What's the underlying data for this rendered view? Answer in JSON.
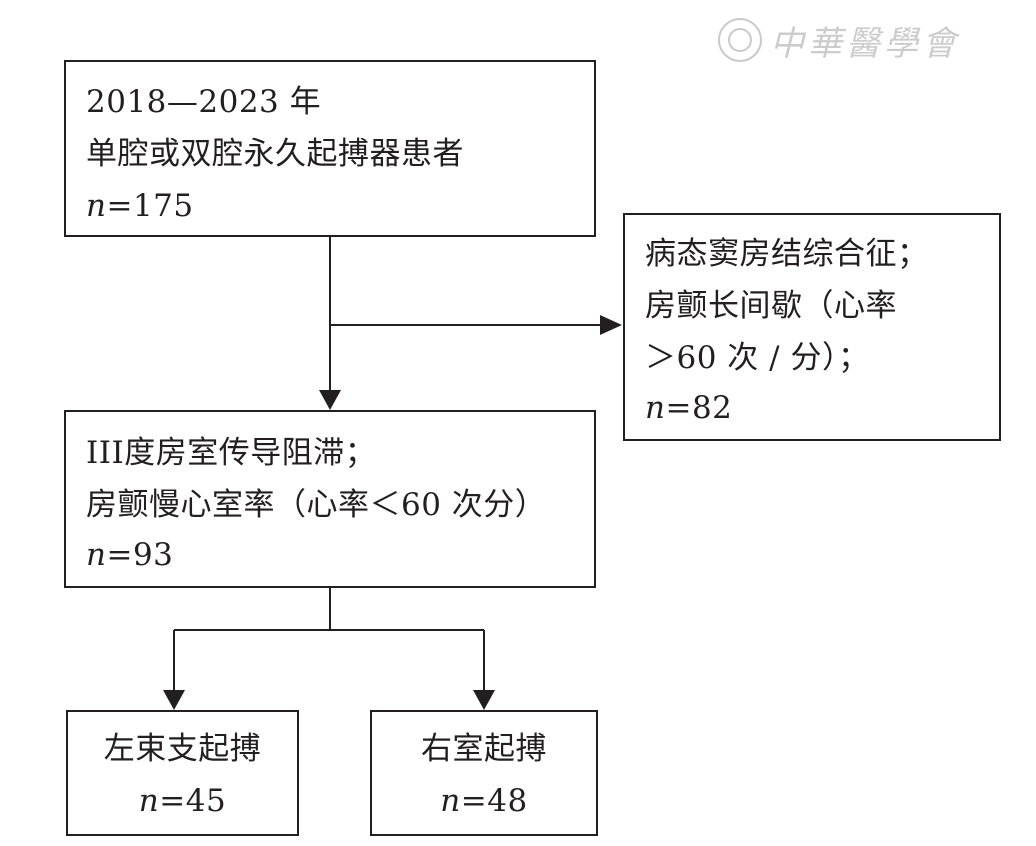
{
  "watermark": {
    "text": "中華醫學會"
  },
  "boxes": {
    "source": {
      "line1": "2018—2023 年",
      "line2": "单腔或双腔永久起搏器患者",
      "n_prefix": "n",
      "n_value": "=175"
    },
    "excluded": {
      "line1": "病态窦房结综合征；",
      "line2": "房颤长间歇（心率",
      "line3": "＞60 次 / 分）；",
      "n_prefix": "n",
      "n_value": "=82"
    },
    "included": {
      "line1": "III度房室传导阻滞；",
      "line2": "房颤慢心室率（心率＜60 次分）",
      "n_prefix": "n",
      "n_value": "=93"
    },
    "left_branch": {
      "label": "左束支起搏",
      "n_prefix": "n",
      "n_value": "=45"
    },
    "right_branch": {
      "label": "右室起搏",
      "n_prefix": "n",
      "n_value": "=48"
    }
  },
  "colors": {
    "ink": "#231f20",
    "watermark": "#c9c9c9",
    "background": "#ffffff"
  }
}
